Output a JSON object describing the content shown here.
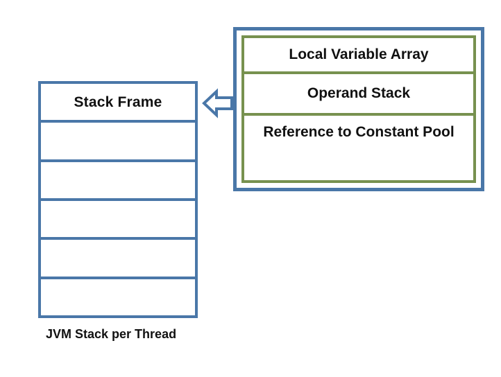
{
  "diagram": {
    "title": "JVM Stack and Stack Frame structure",
    "background_color": "#ffffff",
    "colors": {
      "blue_border": "#4a77a8",
      "green_border": "#77914f",
      "box_fill": "#ffffff",
      "text": "#111111"
    },
    "stack": {
      "caption": "JVM Stack per Thread",
      "rows": [
        {
          "label": "Stack Frame",
          "filled": true
        },
        {
          "label": "",
          "filled": false
        },
        {
          "label": "",
          "filled": false
        },
        {
          "label": "",
          "filled": false
        },
        {
          "label": "",
          "filled": false
        },
        {
          "label": "",
          "filled": false
        }
      ]
    },
    "connector": {
      "icon": "left-block-arrow-icon",
      "direction": "left",
      "from": "stack-frame-detail-panel",
      "to": "stack-frame-row"
    },
    "frame_detail": {
      "parts": [
        {
          "label": "Local Variable Array"
        },
        {
          "label": "Operand Stack"
        },
        {
          "label": "Reference to Constant Pool"
        }
      ]
    }
  }
}
